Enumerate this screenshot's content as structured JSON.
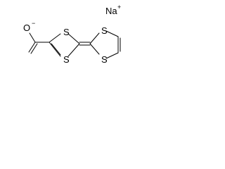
{
  "counterion": {
    "element": "Na",
    "charge": "+"
  },
  "carboxylate": {
    "oxygen_anion": "O",
    "anion_charge": "−"
  },
  "left_ring": {
    "sulfur_top": "S",
    "sulfur_bottom": "S"
  },
  "right_ring": {
    "sulfur_top": "S",
    "sulfur_bottom": "S"
  }
}
